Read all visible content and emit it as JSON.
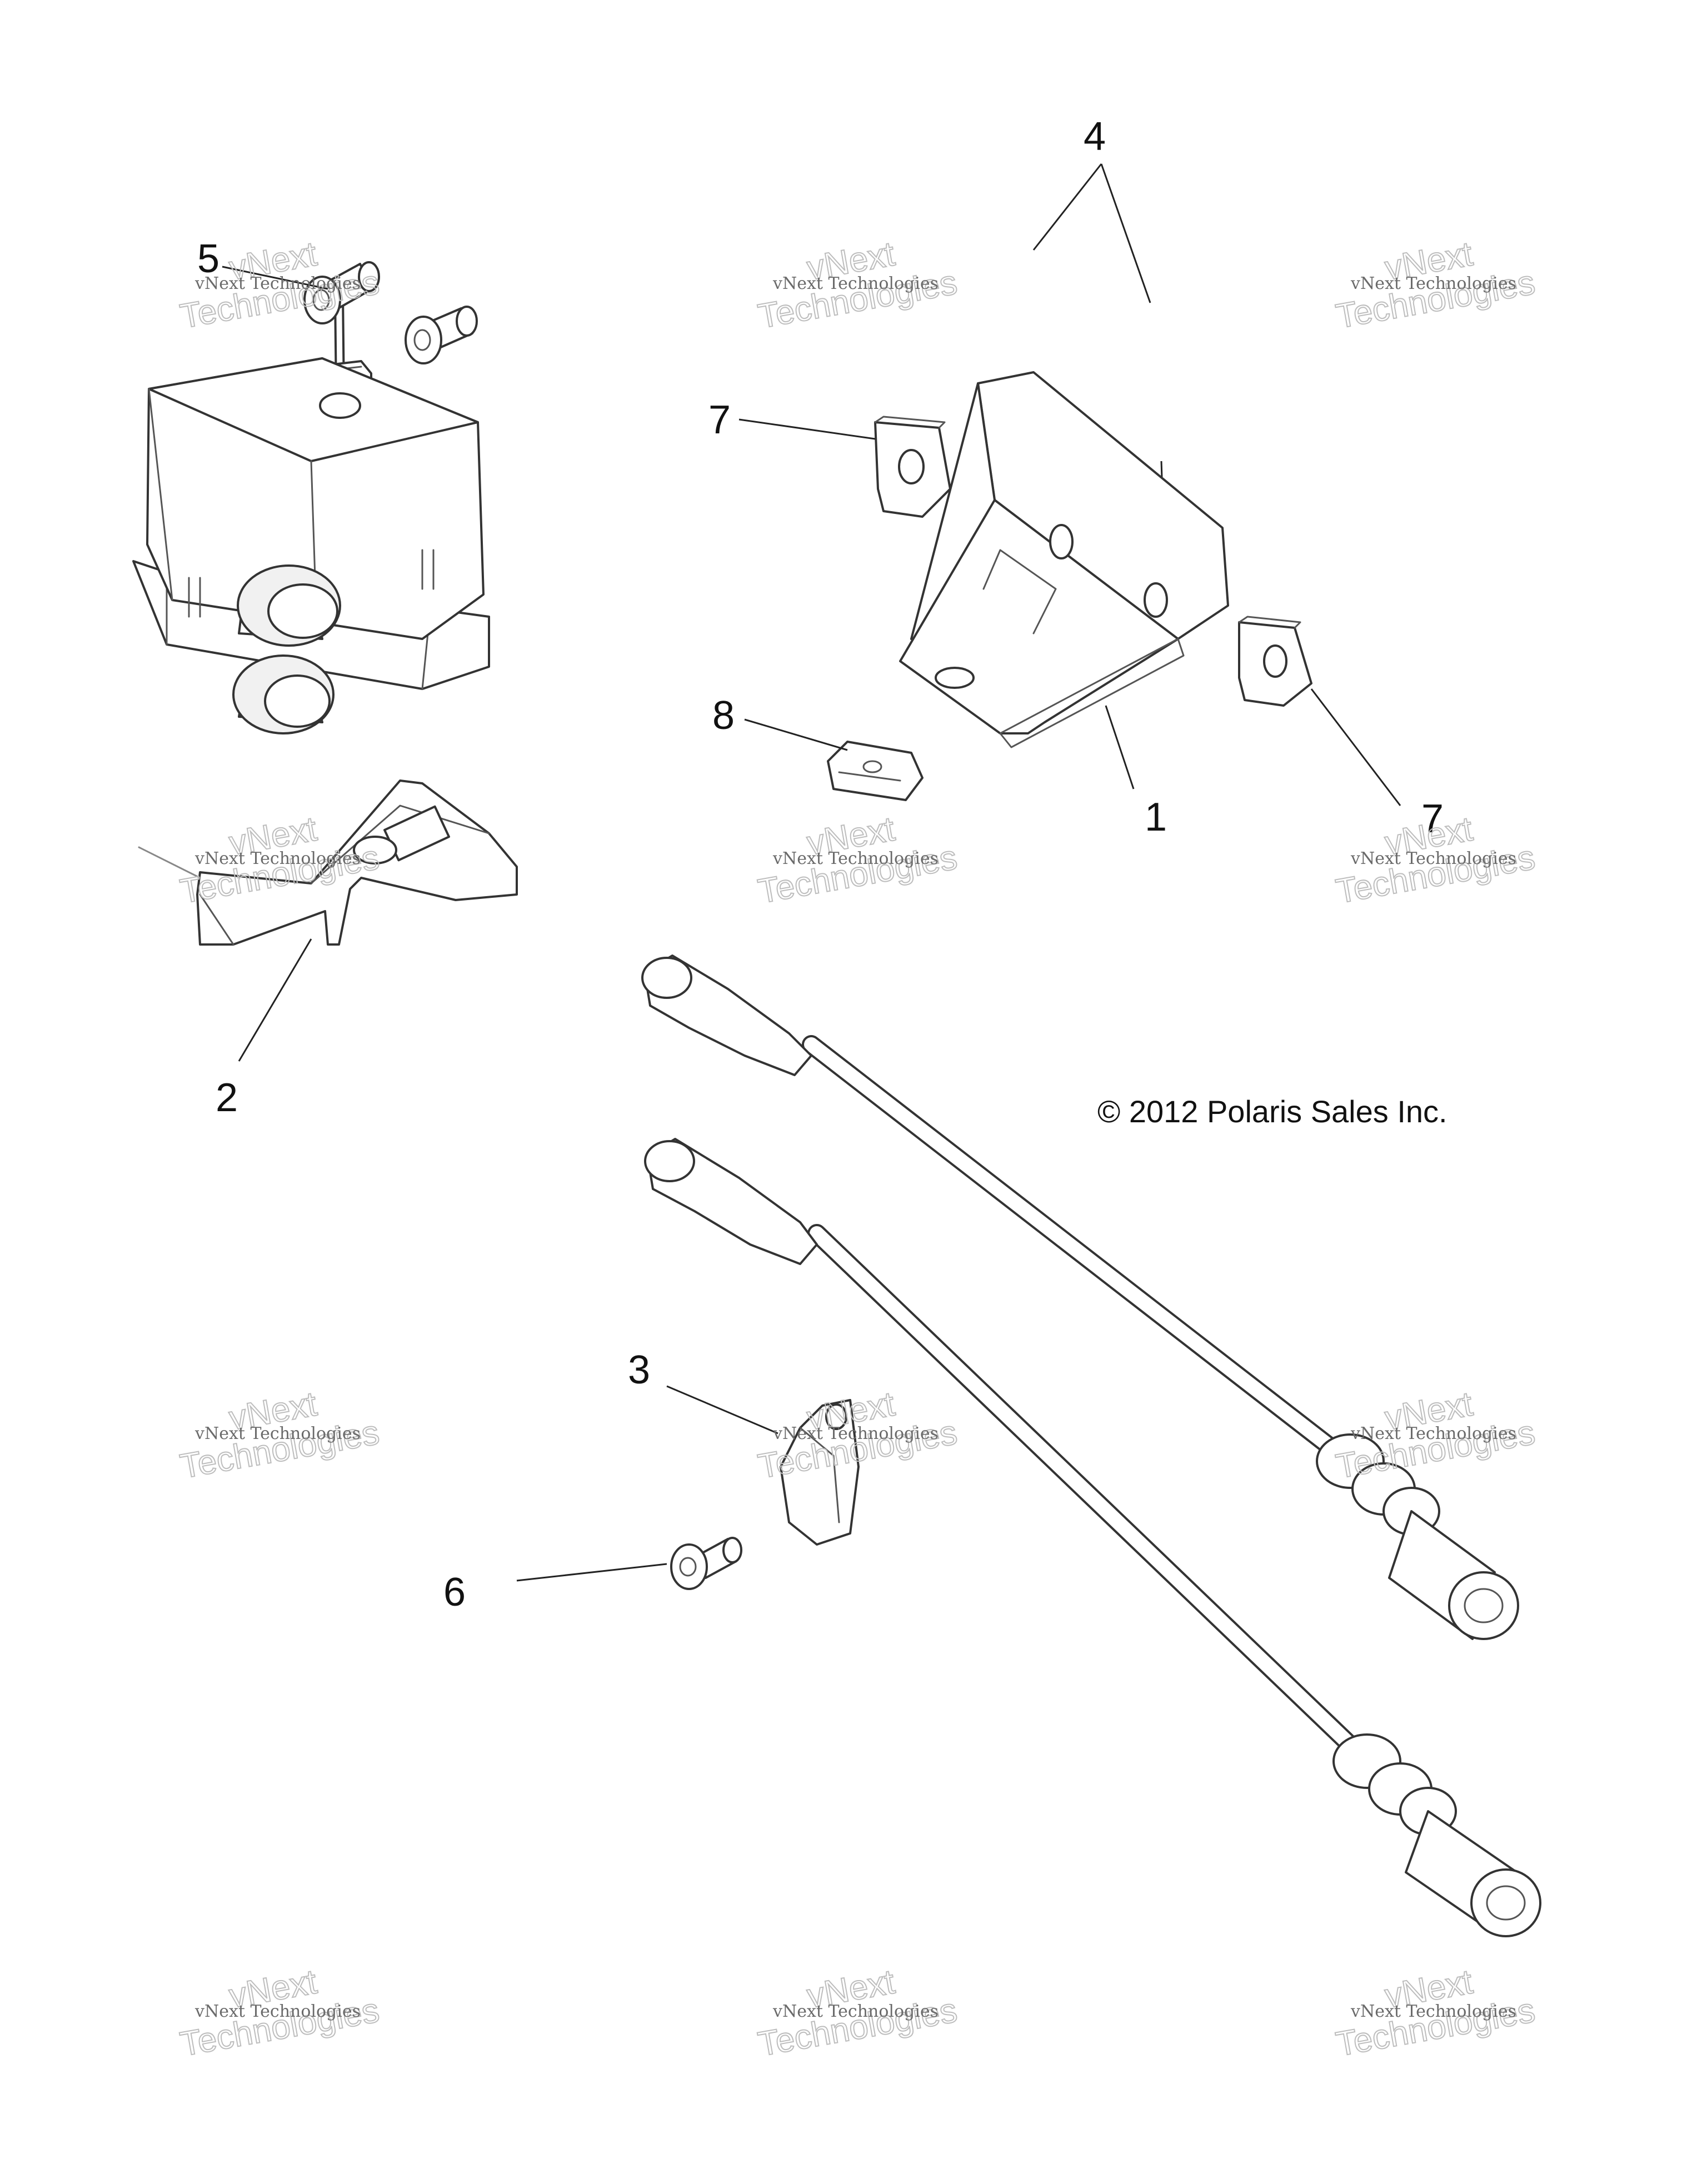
{
  "callouts": {
    "c1": "1",
    "c2": "2",
    "c3": "3",
    "c4": "4",
    "c5": "5",
    "c6": "6",
    "c7a": "7",
    "c7b": "7",
    "c8": "8"
  },
  "copyright": "© 2012 Polaris Sales Inc.",
  "watermark": {
    "line_small": "vNext Technologies",
    "line_big_a": "vNext",
    "line_big_b": "Technologies"
  }
}
